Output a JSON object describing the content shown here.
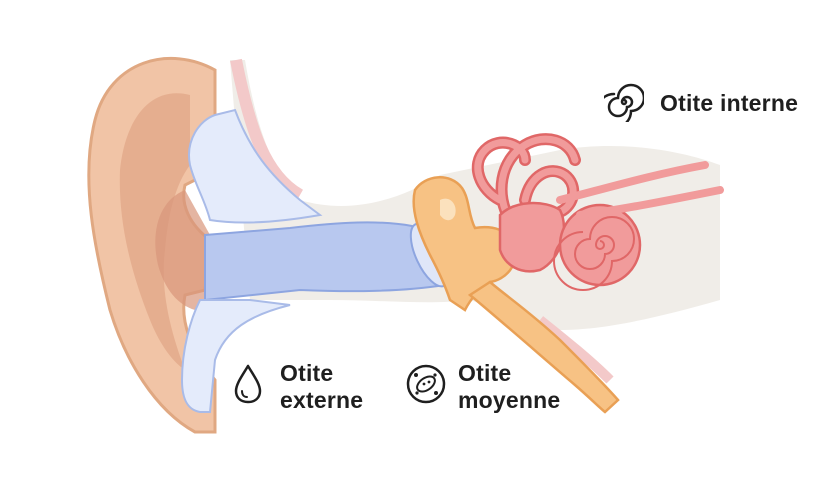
{
  "labels": {
    "inner": "Otite interne",
    "outer_line1": "Otite",
    "outer_line2": "externe",
    "middle_line1": "Otite",
    "middle_line2": "moyenne"
  },
  "icons": {
    "inner": "spiral-icon",
    "outer": "droplet-icon",
    "middle": "bacteria-icon"
  },
  "colors": {
    "ear_skin": "#f1c4a6",
    "ear_skin_dark": "#e2a98a",
    "ear_outline": "#e0a882",
    "outer_canal": "#b8c8ef",
    "outer_canal_outline": "#8da5e0",
    "middle_ossicles": "#f7c284",
    "middle_outline": "#e9a055",
    "inner_cochlea": "#f19b9b",
    "inner_outline": "#e06767",
    "background_tissue": "#f0ede8",
    "text": "#1f1f1f"
  }
}
